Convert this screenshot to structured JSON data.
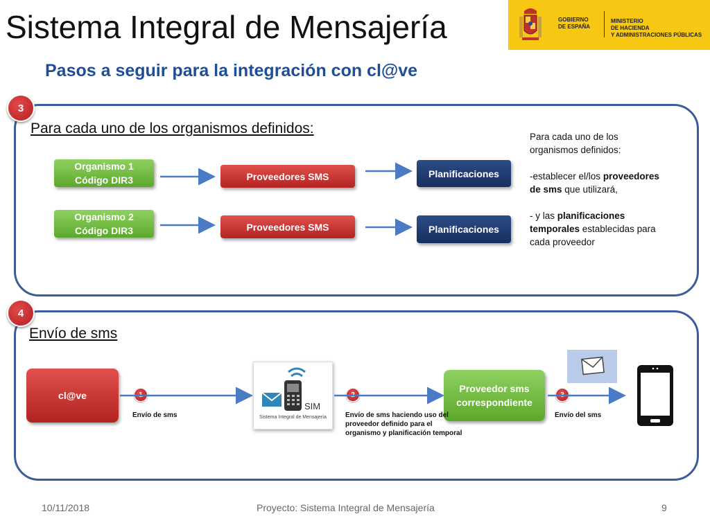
{
  "title": "Sistema Integral de Mensajería",
  "subtitle": "Pasos a seguir para la integración con cl@ve",
  "logo": {
    "line1": "GOBIERNO",
    "line2": "DE ESPAÑA",
    "ministry1": "MINISTERIO",
    "ministry2": "DE HACIENDA",
    "ministry3": "Y ADMINISTRACIONES PÚBLICAS",
    "background": "#f6c713"
  },
  "step3": {
    "number": "3",
    "heading": "Para cada uno de los organismos definidos:",
    "rows": [
      {
        "org_line1": "Organismo 1",
        "org_line2": "Código DIR3",
        "provider": "Proveedores SMS",
        "plan": "Planificaciones"
      },
      {
        "org_line1": "Organismo 2",
        "org_line2": "Código DIR3",
        "provider": "Proveedores SMS",
        "plan": "Planificaciones"
      }
    ],
    "note": {
      "intro": "Para cada uno de los organismos definidos:",
      "p1_a": "-establecer el/los ",
      "p1_b": "proveedores de sms",
      "p1_c": "  que utilizará,",
      "p2_a": "- y las ",
      "p2_b": "planificaciones temporales",
      "p2_c": " establecidas para cada proveedor"
    }
  },
  "step4": {
    "number": "4",
    "heading": "Envío de sms",
    "clave": "cl@ve",
    "sim_logo_text": "SIM",
    "sim_caption": "Sistema Integral de Mensajería",
    "provider": "Proveedor sms correspondiente",
    "flow": [
      {
        "num": "1",
        "label": "Envío de sms"
      },
      {
        "num": "2",
        "label": "Envío de sms haciendo uso del proveedor definido para el organismo y  planificación temporal"
      },
      {
        "num": "3",
        "label": "Envío del sms"
      }
    ]
  },
  "footer": {
    "date": "10/11/2018",
    "project": "Proyecto: Sistema Integral de Mensajería",
    "page": "9"
  },
  "colors": {
    "accent_blue": "#1f4e99",
    "panel_border": "#3c5b9a",
    "green": "#6db33f",
    "red": "#c0302d",
    "navy": "#1f3b70",
    "arrow": "#4a7bc4"
  }
}
